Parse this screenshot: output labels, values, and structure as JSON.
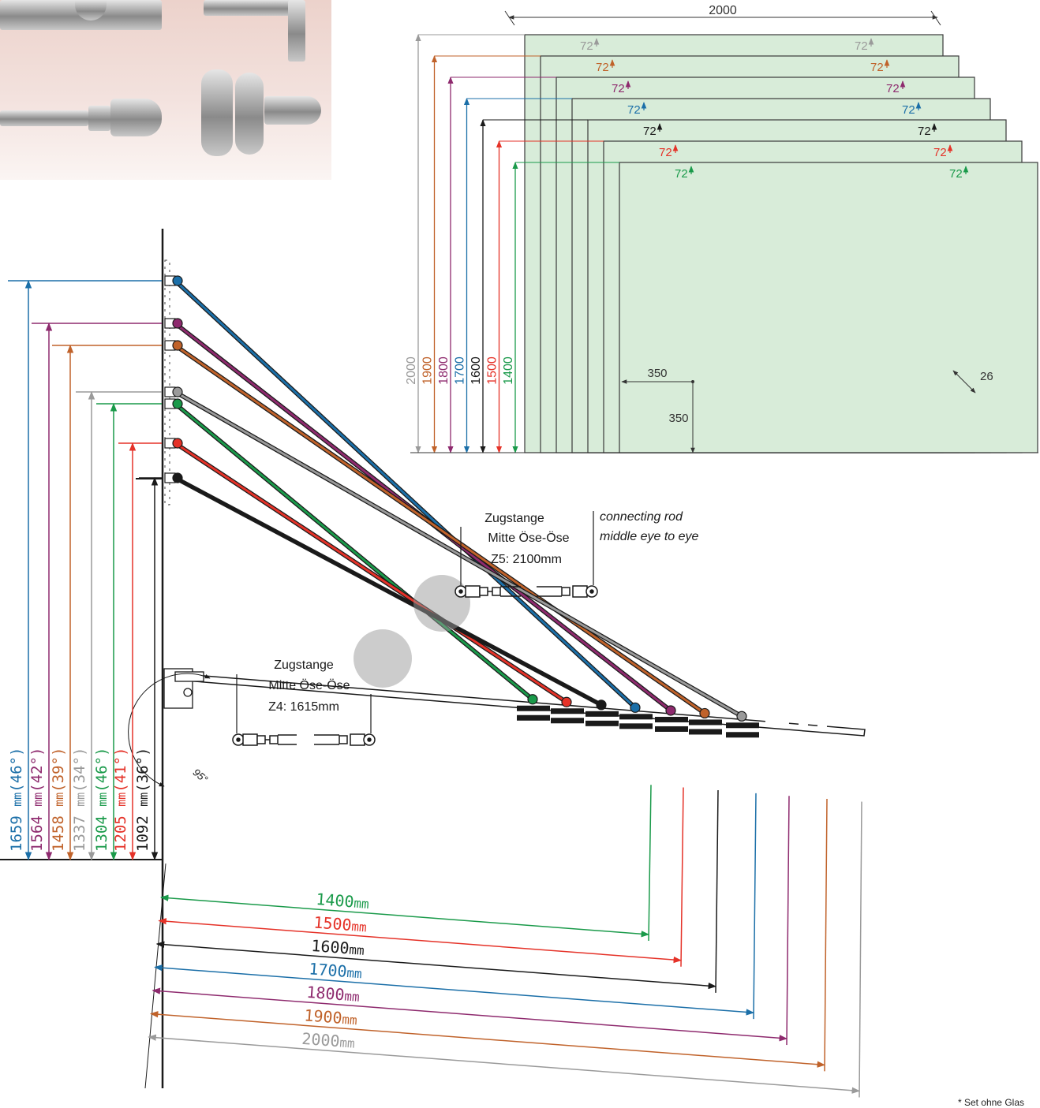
{
  "colors": {
    "green": "#1a9a4a",
    "red": "#e53228",
    "black": "#1a1a1a",
    "blue": "#1b6fa8",
    "purple": "#8e2a6e",
    "orange": "#c0622a",
    "gray": "#9a9a9a",
    "panel_fill": "#d8ecd9",
    "panel_stroke": "#3a3a3a"
  },
  "glass_panels": {
    "width_label": "2000",
    "edge_offset_label": "72",
    "heights": [
      {
        "label": "2000",
        "color": "gray"
      },
      {
        "label": "1900",
        "color": "orange"
      },
      {
        "label": "1800",
        "color": "purple"
      },
      {
        "label": "1700",
        "color": "blue"
      },
      {
        "label": "1600",
        "color": "black"
      },
      {
        "label": "1500",
        "color": "red"
      },
      {
        "label": "1400",
        "color": "green"
      }
    ],
    "hole_x_label": "350",
    "hole_y_label": "350",
    "hole_diameter_label": "26"
  },
  "rods": {
    "z5": {
      "title": "Zugstange",
      "subtitle": "Mitte Öse-Öse",
      "length": "Z5: 2100mm",
      "en_line1": "connecting rod",
      "en_line2": "middle eye to eye"
    },
    "z4": {
      "title": "Zugstange",
      "subtitle": "Mitte Öse-Öse",
      "length": "Z4: 1615mm"
    }
  },
  "angle_label": "95°",
  "attachments": [
    {
      "height": "1659",
      "unit": "mm",
      "angle": "(46°)",
      "color": "blue"
    },
    {
      "height": "1564",
      "unit": "mm",
      "angle": "(42°)",
      "color": "purple"
    },
    {
      "height": "1458",
      "unit": "mm",
      "angle": "(39°)",
      "color": "orange"
    },
    {
      "height": "1337",
      "unit": "mm",
      "angle": "(34°)",
      "color": "gray"
    },
    {
      "height": "1304",
      "unit": "mm",
      "angle": "(46°)",
      "color": "green"
    },
    {
      "height": "1205",
      "unit": "mm",
      "angle": "(41°)",
      "color": "red"
    },
    {
      "height": "1092",
      "unit": "mm",
      "angle": "(36°)",
      "color": "black"
    }
  ],
  "depths": [
    {
      "value": "1400",
      "unit": "mm",
      "color": "green"
    },
    {
      "value": "1500",
      "unit": "mm",
      "color": "red"
    },
    {
      "value": "1600",
      "unit": "mm",
      "color": "black"
    },
    {
      "value": "1700",
      "unit": "mm",
      "color": "blue"
    },
    {
      "value": "1800",
      "unit": "mm",
      "color": "purple"
    },
    {
      "value": "1900",
      "unit": "mm",
      "color": "orange"
    },
    {
      "value": "2000",
      "unit": "mm",
      "color": "gray"
    }
  ],
  "footnote": "* Set ohne Glas"
}
